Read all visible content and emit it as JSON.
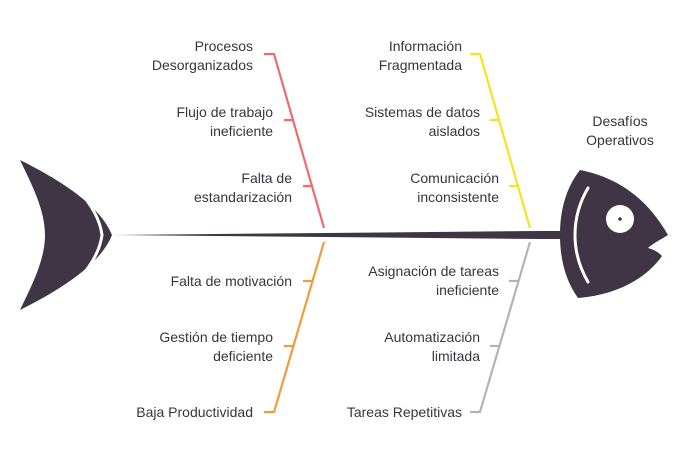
{
  "diagram": {
    "head_label_line1": "Desafíos",
    "head_label_line2": "Operativos",
    "colors": {
      "spine": "#3f3545",
      "head": "#3f3545",
      "tail": "#3f3545",
      "branch_top_left": "#ef6b6b",
      "branch_top_right": "#f5e321",
      "branch_bottom_left": "#f29a3e",
      "branch_bottom_right": "#b3b3b3"
    },
    "branches": {
      "top_left": {
        "causes": [
          {
            "line1": "Procesos",
            "line2": "Desorganizados"
          },
          {
            "line1": "Flujo de trabajo",
            "line2": "ineficiente"
          },
          {
            "line1": "Falta de",
            "line2": "estandarización"
          }
        ]
      },
      "top_right": {
        "causes": [
          {
            "line1": "Información",
            "line2": "Fragmentada"
          },
          {
            "line1": "Sistemas de datos",
            "line2": "aislados"
          },
          {
            "line1": "Comunicación",
            "line2": "inconsistente"
          }
        ]
      },
      "bottom_left": {
        "causes": [
          {
            "line1": "Falta de motivación",
            "line2": ""
          },
          {
            "line1": "Gestión de tiempo",
            "line2": "deficiente"
          },
          {
            "line1": "Baja Productividad",
            "line2": ""
          }
        ]
      },
      "bottom_right": {
        "causes": [
          {
            "line1": "Asignación de tareas",
            "line2": "ineficiente"
          },
          {
            "line1": "Automatización",
            "line2": "limitada"
          },
          {
            "line1": "Tareas Repetitivas",
            "line2": ""
          }
        ]
      }
    }
  }
}
